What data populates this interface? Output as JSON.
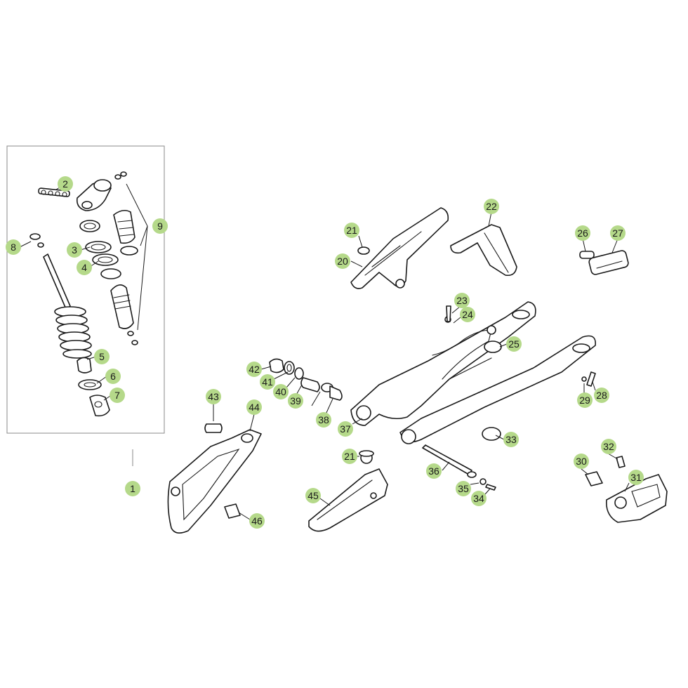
{
  "diagram": {
    "badge_color": "#b5d98a",
    "line_color": "#1a1a1a",
    "callouts": [
      {
        "id": "1",
        "label": "1"
      },
      {
        "id": "2",
        "label": "2"
      },
      {
        "id": "3",
        "label": "3"
      },
      {
        "id": "4",
        "label": "4"
      },
      {
        "id": "5",
        "label": "5"
      },
      {
        "id": "6",
        "label": "6"
      },
      {
        "id": "7",
        "label": "7"
      },
      {
        "id": "8",
        "label": "8"
      },
      {
        "id": "9",
        "label": "9"
      },
      {
        "id": "20",
        "label": "20"
      },
      {
        "id": "21a",
        "label": "21"
      },
      {
        "id": "21b",
        "label": "21"
      },
      {
        "id": "22",
        "label": "22"
      },
      {
        "id": "23",
        "label": "23"
      },
      {
        "id": "24",
        "label": "24"
      },
      {
        "id": "25",
        "label": "25"
      },
      {
        "id": "26",
        "label": "26"
      },
      {
        "id": "27",
        "label": "27"
      },
      {
        "id": "28",
        "label": "28"
      },
      {
        "id": "29",
        "label": "29"
      },
      {
        "id": "30",
        "label": "30"
      },
      {
        "id": "31",
        "label": "31"
      },
      {
        "id": "32",
        "label": "32"
      },
      {
        "id": "33",
        "label": "33"
      },
      {
        "id": "34",
        "label": "34"
      },
      {
        "id": "35",
        "label": "35"
      },
      {
        "id": "36",
        "label": "36"
      },
      {
        "id": "37",
        "label": "37"
      },
      {
        "id": "38",
        "label": "38"
      },
      {
        "id": "39",
        "label": "39"
      },
      {
        "id": "40",
        "label": "40"
      },
      {
        "id": "41",
        "label": "41"
      },
      {
        "id": "42",
        "label": "42"
      },
      {
        "id": "43",
        "label": "43"
      },
      {
        "id": "44",
        "label": "44"
      },
      {
        "id": "45",
        "label": "45"
      },
      {
        "id": "46",
        "label": "46"
      }
    ]
  }
}
